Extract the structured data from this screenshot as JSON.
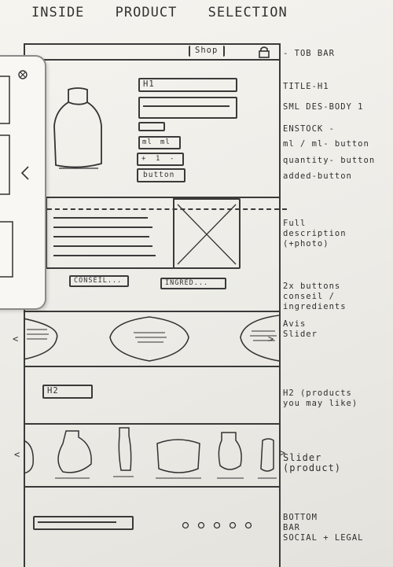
{
  "page_title": [
    "INSIDE",
    "PRODUCT",
    "SELECTION"
  ],
  "top_bar": {
    "shop_label": "Shop",
    "account_icon": "lock-icon"
  },
  "hero": {
    "title": "H1",
    "stock_label": "ml",
    "stock_label_2": "ml",
    "quantity": {
      "plus": "+",
      "value": "1",
      "minus": "-"
    },
    "button_label": "button"
  },
  "buttons_row": {
    "left": "CONSEIL...",
    "right": "INGRED..."
  },
  "h2_label": "H2",
  "annotations": {
    "top_bar": "- TOB BAR",
    "title": "TITLE-H1",
    "body": "SML DES-BODY 1",
    "stock": "ENSTOCK -",
    "ml_button": "ml / ml- button",
    "quantity_button": "quantity- button",
    "add_button": "added-button",
    "full_desc": "Full\ndescription\n(+photo)",
    "two_buttons": "2x buttons\nconseil / ingredients",
    "reviews": "Avis\nSlider",
    "h2": "H2 (products\nyou may like)",
    "slider": "Slider\n(product)",
    "bottom_bar": "BOTTOM\nBAR\nSOCIAL + LEGAL"
  }
}
